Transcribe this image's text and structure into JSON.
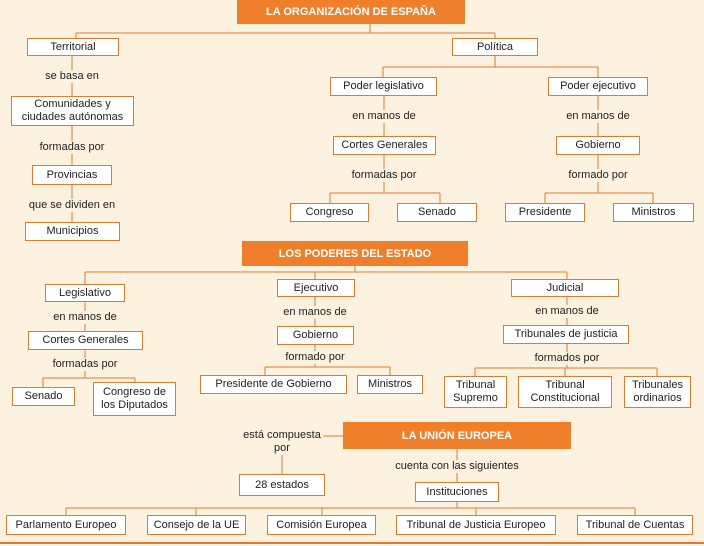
{
  "colors": {
    "accent": "#ef7f2a",
    "line": "#e07a2e",
    "background": "#fdf1e0"
  },
  "section1": {
    "header": "LA ORGANIZACIÓN DE ESPAÑA",
    "territorial": "Territorial",
    "se_basa_en": "se basa en",
    "comunidades": "Comunidades y\nciudades autónomas",
    "formadas_por": "formadas por",
    "provincias": "Provincias",
    "que_se_dividen": "que se dividen en",
    "municipios": "Municipios",
    "politica": "Política",
    "poder_legislativo": "Poder legislativo",
    "en_manos_de_1": "en manos de",
    "cortes_generales": "Cortes Generales",
    "formadas_por_2": "formadas por",
    "congreso": "Congreso",
    "senado": "Senado",
    "poder_ejecutivo": "Poder ejecutivo",
    "en_manos_de_2": "en manos de",
    "gobierno": "Gobierno",
    "formado_por": "formado por",
    "presidente": "Presidente",
    "ministros": "Ministros"
  },
  "section2": {
    "header": "LOS PODERES DEL ESTADO",
    "legislativo": "Legislativo",
    "en_manos_de_1": "en manos de",
    "cortes_generales": "Cortes Generales",
    "formadas_por": "formadas por",
    "senado": "Senado",
    "congreso_diputados": "Congreso de\nlos Diputados",
    "ejecutivo": "Ejecutivo",
    "en_manos_de_2": "en manos de",
    "gobierno": "Gobierno",
    "formado_por": "formado por",
    "presidente_gobierno": "Presidente de Gobierno",
    "ministros": "Ministros",
    "judicial": "Judicial",
    "en_manos_de_3": "en manos de",
    "tribunales_justicia": "Tribunales de justicia",
    "formados_por": "formados por",
    "tribunal_supremo": "Tribunal\nSupremo",
    "tribunal_constitucional": "Tribunal\nConstitucional",
    "tribunales_ordinarios": "Tribunales\nordinarios"
  },
  "section3": {
    "header": "LA UNIÓN EUROPEA",
    "esta_compuesta": "está compuesta\npor",
    "estados": "28 estados",
    "cuenta_con": "cuenta con las siguientes",
    "instituciones": "Instituciones",
    "parlamento": "Parlamento Europeo",
    "consejo": "Consejo de la UE",
    "comision": "Comisión Europea",
    "tribunal_justicia_eu": "Tribunal de Justicia Europeo",
    "tribunal_cuentas": "Tribunal de Cuentas"
  }
}
